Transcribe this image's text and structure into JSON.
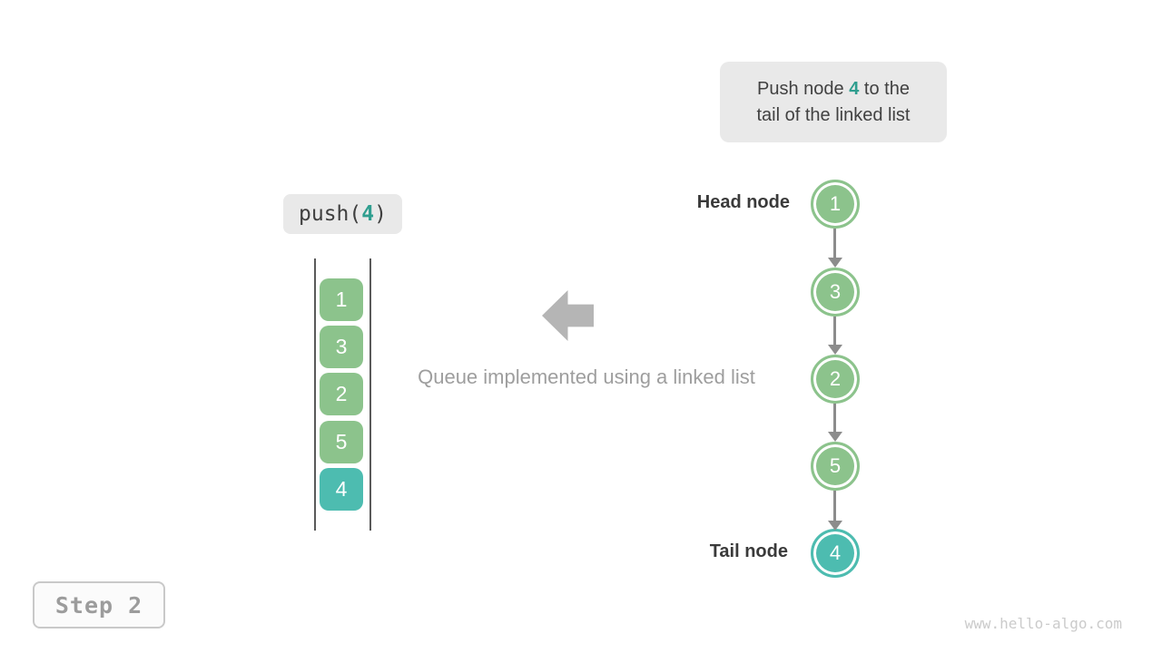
{
  "palette": {
    "node_green": "#8CC38C",
    "node_teal": "#4DBCB0",
    "highlight_teal": "#2F9E8F",
    "box_gray": "#E9E9E9",
    "text_dark": "#414141",
    "text_gray": "#9E9E9E",
    "arrow_gray": "#8C8C8C",
    "big_arrow_gray": "#B5B5B5",
    "watermark_gray": "#CBCBCB",
    "stack_line": "#5A5A5A",
    "step_border": "#C9C9C9",
    "step_text": "#9C9C9C"
  },
  "callout": {
    "line1_prefix": "Push node ",
    "highlight": "4",
    "line1_suffix": " to the",
    "line2": "tail of the linked list"
  },
  "operation": {
    "prefix": "push(",
    "arg": "4",
    "suffix": ")"
  },
  "queue": {
    "items": [
      {
        "value": "1",
        "variant": "green"
      },
      {
        "value": "3",
        "variant": "green"
      },
      {
        "value": "2",
        "variant": "green"
      },
      {
        "value": "5",
        "variant": "green"
      },
      {
        "value": "4",
        "variant": "teal"
      }
    ]
  },
  "caption": "Queue implemented using a linked list",
  "linked_list": {
    "head_label": "Head node",
    "tail_label": "Tail node",
    "nodes": [
      {
        "value": "1",
        "variant": "green"
      },
      {
        "value": "3",
        "variant": "green"
      },
      {
        "value": "2",
        "variant": "green"
      },
      {
        "value": "5",
        "variant": "green"
      },
      {
        "value": "4",
        "variant": "teal"
      }
    ]
  },
  "step_label": "Step 2",
  "watermark": "www.hello-algo.com"
}
